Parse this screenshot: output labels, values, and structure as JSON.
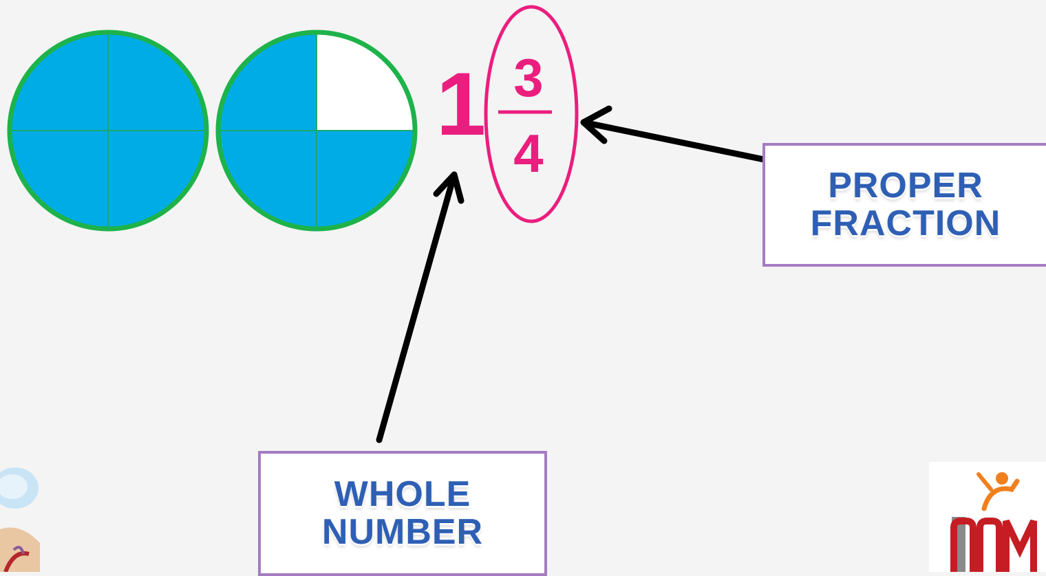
{
  "fraction": {
    "whole": "1",
    "numerator": "3",
    "denominator": "4"
  },
  "circles": [
    {
      "parts": 4,
      "shaded": 4
    },
    {
      "parts": 4,
      "shaded": 3
    }
  ],
  "labels": {
    "proper_fraction": {
      "line1": "PROPER",
      "line2": "FRACTION"
    },
    "whole_number": {
      "line1": "WHOLE",
      "line2": "NUMBER"
    }
  },
  "colors": {
    "background": "#f4f4f4",
    "circle_fill": "#00ace6",
    "circle_border": "#1db34a",
    "number_pink": "#ea1e7e",
    "label_text": "#2e5fb4",
    "label_border": "#a47cc2",
    "arrow": "#000000"
  }
}
